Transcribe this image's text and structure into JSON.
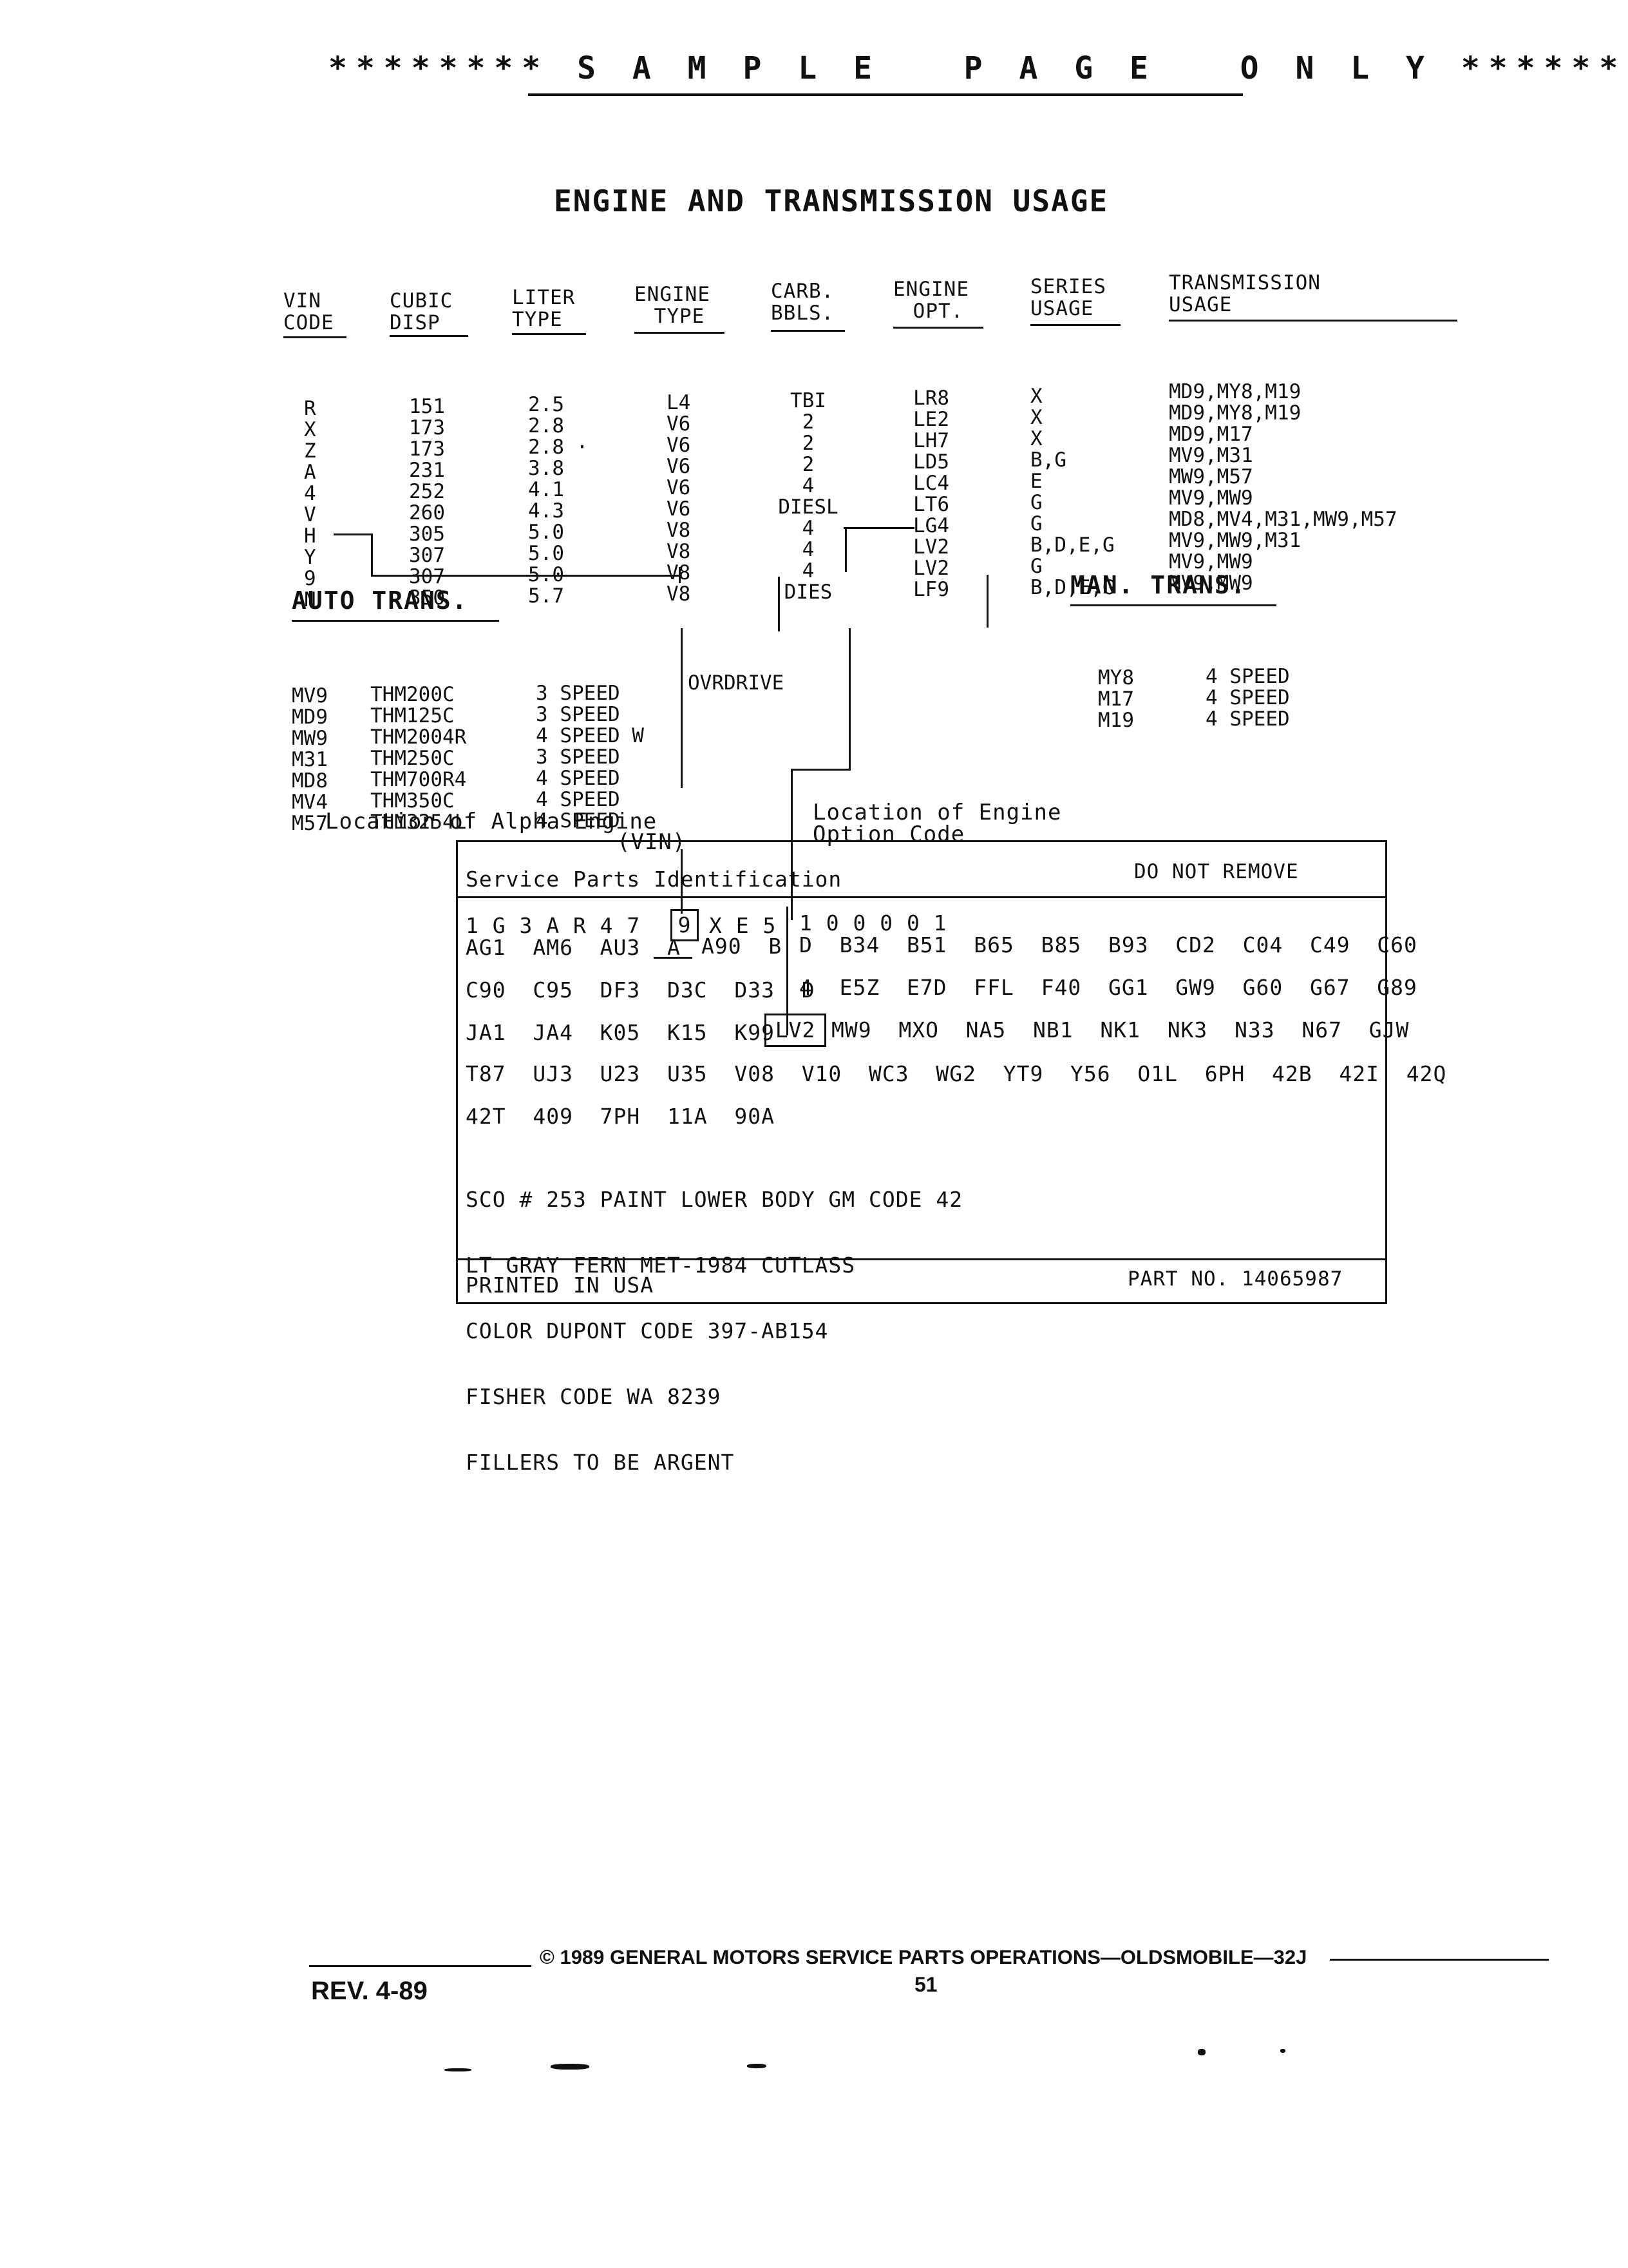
{
  "header": {
    "banner": "******** S A M P L E   P A G E   O N L Y ********",
    "title": "ENGINE AND TRANSMISSION USAGE"
  },
  "engine_table": {
    "headers": {
      "vin": [
        "VIN",
        "CODE"
      ],
      "cubic": [
        "CUBIC",
        "DISP"
      ],
      "liter": [
        "LITER",
        "TYPE"
      ],
      "engine_type": [
        "ENGINE",
        "TYPE"
      ],
      "carb": [
        "CARB.",
        "BBLS."
      ],
      "engine_opt": [
        "ENGINE",
        "OPT."
      ],
      "series": [
        "SERIES",
        "USAGE"
      ],
      "trans": [
        "TRANSMISSION",
        "USAGE"
      ]
    },
    "vin": [
      "R",
      "X",
      "Z",
      "A",
      "4",
      "V",
      "H",
      "Y",
      "9",
      "N"
    ],
    "cubic": [
      "151",
      "173",
      "173",
      "231",
      "252",
      "260",
      "305",
      "307",
      "307",
      "350"
    ],
    "liter": [
      "2.5",
      "2.8",
      "2.8 ·",
      "3.8",
      "4.1",
      "4.3",
      "5.0",
      "5.0",
      "5.0",
      "5.7"
    ],
    "engine_type": [
      "L4",
      "V6",
      "V6",
      "V6",
      "V6",
      "V6",
      "V8",
      "V8",
      "V8",
      "V8"
    ],
    "carb": [
      "TBI",
      "2",
      "2",
      "2",
      "4",
      "DIESL",
      "4",
      "4",
      "4",
      "DIES"
    ],
    "engine_opt": [
      "LR8",
      "LE2",
      "LH7",
      "LD5",
      "LC4",
      "LT6",
      "LG4",
      "LV2",
      "LV2",
      "LF9"
    ],
    "series": [
      "X",
      "X",
      "X",
      "B,G",
      "E",
      "G",
      "G",
      "B,D,E,G",
      "G",
      "B,D,E,G"
    ],
    "trans": [
      "MD9,MY8,M19",
      "MD9,MY8,M19",
      "MD9,M17",
      "MV9,M31",
      "MW9,M57",
      "MV9,MW9",
      "MD8,MV4,M31,MW9,M57",
      "MV9,MW9,M31",
      "MV9,MW9",
      "MV9,MW9"
    ]
  },
  "auto_trans": {
    "heading": "AUTO TRANS.",
    "codes": [
      "MV9",
      "MD9",
      "MW9",
      "M31",
      "MD8",
      "MV4",
      "M57"
    ],
    "models": [
      "THM200C",
      "THM125C",
      "THM2004R",
      "THM250C",
      "THM700R4",
      "THM350C",
      "THM3254L"
    ],
    "speeds": [
      "3 SPEED",
      "3 SPEED",
      "4 SPEED W",
      "3 SPEED",
      "4 SPEED",
      "4 SPEED",
      "4 SPEED"
    ],
    "note": "OVRDRIVE"
  },
  "man_trans": {
    "heading": "MAN. TRANS.",
    "codes": [
      "MY8",
      "M17",
      "M19"
    ],
    "speeds": [
      "4 SPEED",
      "4 SPEED",
      "4 SPEED"
    ]
  },
  "callouts": {
    "alpha_engine": "Location of Alpha Engine",
    "alpha_engine_vin": "(VIN)",
    "engine_option": "Location of Engine",
    "engine_option_2": "Option Code"
  },
  "card": {
    "title": "Service Parts Identification",
    "do_not_remove": "DO NOT REMOVE",
    "vin_left": "1 G 3 A R 4 7",
    "vin_highlight": "9",
    "vin_right": "X E 5",
    "vin_tail": "1 0 0 0 0 1",
    "row1_a": "AG1  AM6  AU3  A",
    "row1_b": "A90  B",
    "row1_c": "D  B34  B51  B65  B85  B93  CD2  C04  C49  C60",
    "row2_a": "C90  C95  DF3  D3C  D33  D",
    "row2_b": "4  E5Z  E7D  FFL  F40  GG1  GW9  G60  G67  G89",
    "row3_a": "JA1  JA4  K05  K15  K99",
    "row3_highlight": "LV2",
    "row3_b": "MW9  MXO  NA5  NB1  NK1  NK3  N33  N67  GJW",
    "row4": "T87  UJ3  U23  U35  V08  V10  WC3  WG2  YT9  Y56  O1L  6PH  42B  42I  42Q",
    "row5": "42T  409  7PH  11A  90A",
    "notes": [
      "SCO # 253 PAINT LOWER BODY GM CODE 42",
      "LT GRAY FERN MET-1984 CUTLASS",
      "COLOR DUPONT CODE 397-AB154",
      "FISHER CODE WA 8239",
      "FILLERS TO BE ARGENT"
    ],
    "printed": "PRINTED IN USA",
    "part_no": "PART NO. 14065987"
  },
  "footer": {
    "copyright": "© 1989 GENERAL MOTORS SERVICE PARTS OPERATIONS—OLDSMOBILE—32J",
    "rev": "REV. 4-89",
    "page": "51"
  }
}
